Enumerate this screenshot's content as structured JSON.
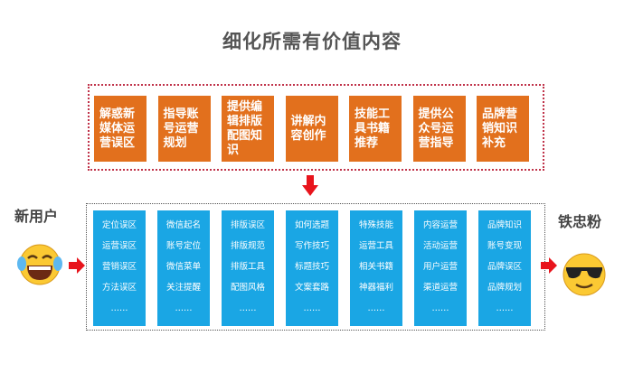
{
  "title": "细化所需有价值内容",
  "needs": [
    "解惑新媒体运营误区",
    "指导账号运营规划",
    "提供编辑排版配图知识",
    "讲解内容创作",
    "技能工具书籍推荐",
    "提供公众号运营指导",
    "品牌营销知识补充"
  ],
  "topics": [
    [
      "定位误区",
      "运营误区",
      "营销误区",
      "方法误区",
      "……"
    ],
    [
      "微信起名",
      "账号定位",
      "微信菜单",
      "关注提醒",
      "……"
    ],
    [
      "排版误区",
      "排版规范",
      "排版工具",
      "配图风格",
      "……"
    ],
    [
      "如何选题",
      "写作技巧",
      "标题技巧",
      "文案套路",
      "……"
    ],
    [
      "特殊技能",
      "运营工具",
      "相关书籍",
      "神器福利",
      "……"
    ],
    [
      "内容运营",
      "活动运营",
      "用户运营",
      "渠道运营",
      "……"
    ],
    [
      "品牌知识",
      "账号变现",
      "品牌误区",
      "品牌规划",
      "……"
    ]
  ],
  "left_label": "新用户",
  "right_label": "铁忠粉",
  "colors": {
    "orange": "#e2701d",
    "blue": "#1aa6e4",
    "arrow": "#e8141c"
  }
}
